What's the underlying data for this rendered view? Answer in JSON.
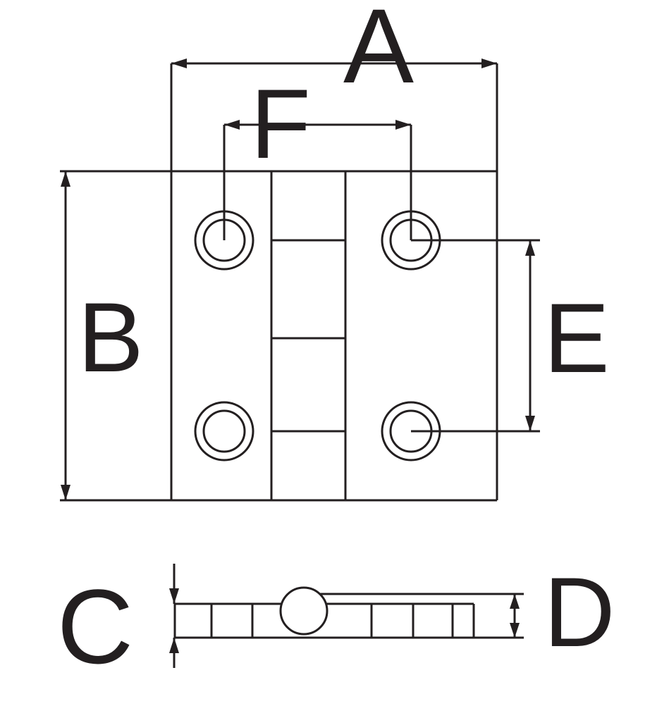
{
  "diagram": {
    "kind": "hinge-dimension-drawing",
    "labels": {
      "a": "A",
      "b": "B",
      "c": "C",
      "d": "D",
      "e": "E",
      "f": "F"
    },
    "colors": {
      "line": "#231f20",
      "background": "#ffffff"
    }
  }
}
